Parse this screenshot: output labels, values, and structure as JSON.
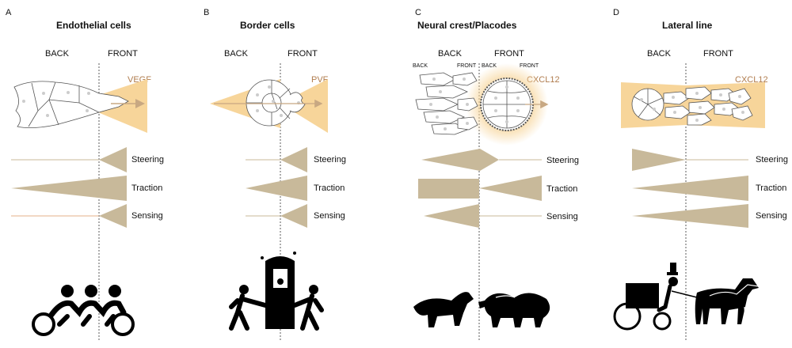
{
  "colors": {
    "signal": "#f7d59a",
    "bar": "#c8b99a",
    "signal_text": "#b07c4e",
    "line_back": "#e4b08a"
  },
  "panels": [
    {
      "letter": "A",
      "title": "Endothelial cells",
      "back": "BACK",
      "front": "FRONT",
      "signal": "VEGF",
      "labels": [
        "Steering",
        "Traction",
        "Sensing"
      ],
      "icon": "tandem-cyclists-icon"
    },
    {
      "letter": "B",
      "title": "Border cells",
      "back": "BACK",
      "front": "FRONT",
      "signal": "PVF",
      "labels": [
        "Steering",
        "Traction",
        "Sensing"
      ],
      "icon": "sedan-chair-porters-icon"
    },
    {
      "letter": "C",
      "title": "Neural crest/Placodes",
      "back": "BACK",
      "front": "FRONT",
      "sub_back_1": "BACK",
      "sub_front_1": "FRONT",
      "sub_back_2": "BACK",
      "sub_front_2": "FRONT",
      "signal": "CXCL12",
      "labels": [
        "Steering",
        "Traction",
        "Sensing"
      ],
      "icon": "sheepdog-sheep-icon"
    },
    {
      "letter": "D",
      "title": "Lateral line",
      "back": "BACK",
      "front": "FRONT",
      "signal": "CXCL12",
      "labels": [
        "Steering",
        "Traction",
        "Sensing"
      ],
      "icon": "horse-carriage-icon"
    }
  ]
}
